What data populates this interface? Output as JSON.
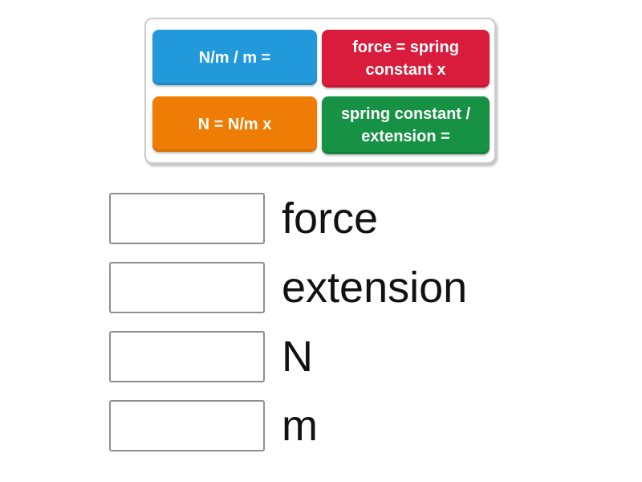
{
  "page": {
    "background": "#ffffff",
    "activity_type": "match-up"
  },
  "tile_panel": {
    "border_color": "#cccccc",
    "tiles": [
      {
        "label": "N/m / m =",
        "color": "#2199da",
        "text_color": "#ffffff"
      },
      {
        "label": "force = spring constant x",
        "color": "#d91c3c",
        "text_color": "#ffffff"
      },
      {
        "label": "N = N/m x",
        "color": "#ef7d05",
        "text_color": "#ffffff"
      },
      {
        "label": "spring constant / extension =",
        "color": "#179245",
        "text_color": "#ffffff"
      }
    ]
  },
  "match_rows": [
    {
      "slot_value": "",
      "keyword": "force"
    },
    {
      "slot_value": "",
      "keyword": "extension"
    },
    {
      "slot_value": "",
      "keyword": "N"
    },
    {
      "slot_value": "",
      "keyword": "m"
    }
  ]
}
